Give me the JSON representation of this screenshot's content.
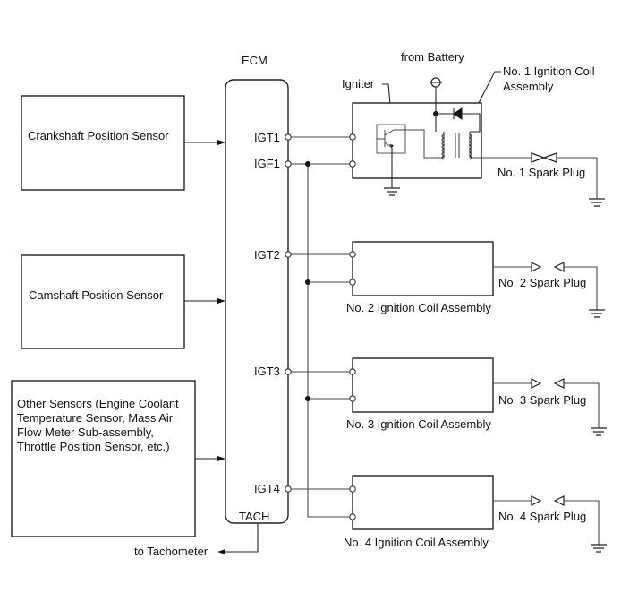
{
  "diagram": {
    "ecm": {
      "label": "ECM",
      "pins": {
        "igt1": "IGT1",
        "igf1": "IGF1",
        "igt2": "IGT2",
        "igt3": "IGT3",
        "igt4": "IGT4",
        "tach": "TACH"
      }
    },
    "sensors": {
      "crankshaft": "Crankshaft Position Sensor",
      "camshaft": "Camshaft Position Sensor",
      "other": [
        "Other Sensors (Engine Coolant",
        "Temperature Sensor, Mass Air",
        "Flow Meter Sub-assembly,",
        "Throttle Position Sensor, etc.)"
      ]
    },
    "tach_output": "to Tachometer",
    "battery_label": "from Battery",
    "igniter_label": "Igniter",
    "coils": {
      "coil1": [
        "No. 1 Ignition Coil",
        "Assembly"
      ],
      "coil2": "No. 2 Ignition Coil Assembly",
      "coil3": "No. 3 Ignition Coil Assembly",
      "coil4": "No. 4 Ignition Coil Assembly"
    },
    "spark_plugs": {
      "plug1": "No. 1 Spark Plug",
      "plug2": "No. 2 Spark Plug",
      "plug3": "No. 3 Spark Plug",
      "plug4": "No. 4 Spark Plug"
    }
  }
}
